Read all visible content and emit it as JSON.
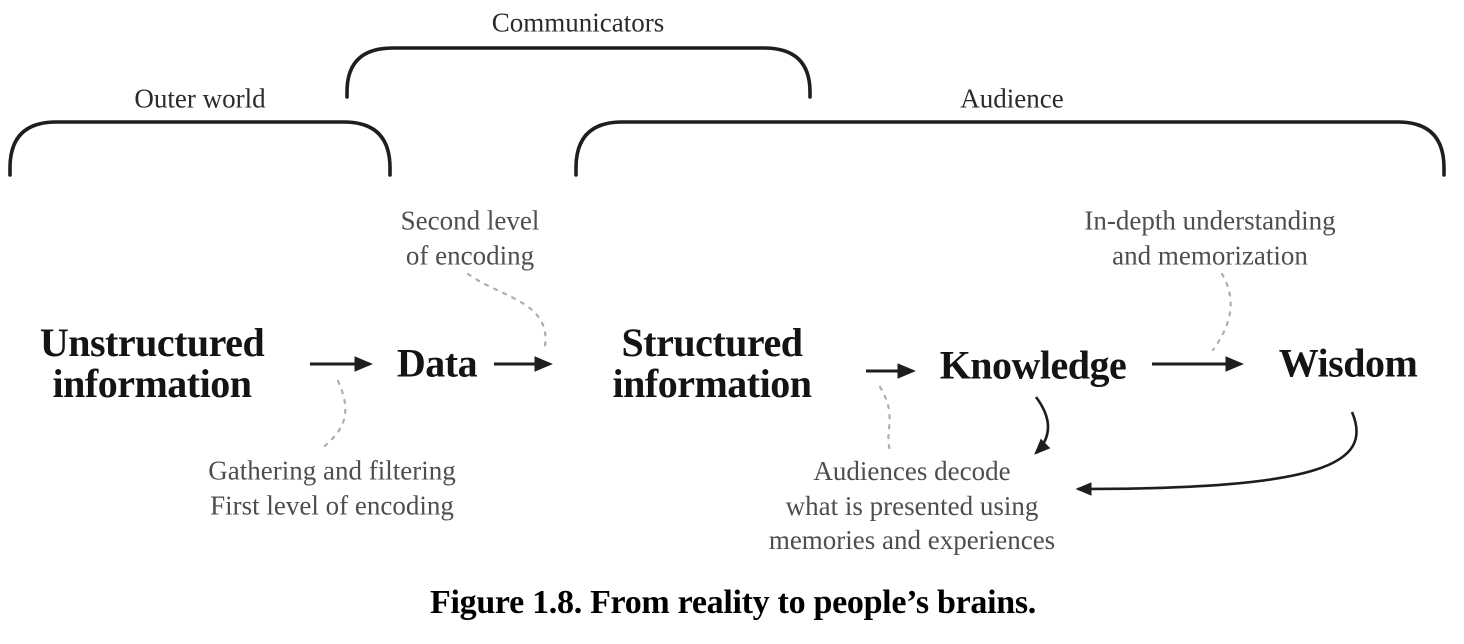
{
  "figure": {
    "caption": "Figure 1.8. From reality to people’s brains."
  },
  "braces": {
    "outer_world": "Outer world",
    "communicators": "Communicators",
    "audience": "Audience"
  },
  "flow": {
    "nodes": [
      {
        "label": "Unstructured\ninformation"
      },
      {
        "label": "Data"
      },
      {
        "label": "Structured\ninformation"
      },
      {
        "label": "Knowledge"
      },
      {
        "label": "Wisdom"
      }
    ]
  },
  "annotations": {
    "second_level": "Second level\nof encoding",
    "gathering": "Gathering and filtering\nFirst level of encoding",
    "in_depth": "In-depth understanding\nand memorization",
    "audiences_decode": "Audiences decode\nwhat is presented using\nmemories and experiences"
  },
  "colors": {
    "ink": "#1e1e1e",
    "annotation_gray": "#4e4e4e",
    "dashed_gray": "#adadad"
  }
}
